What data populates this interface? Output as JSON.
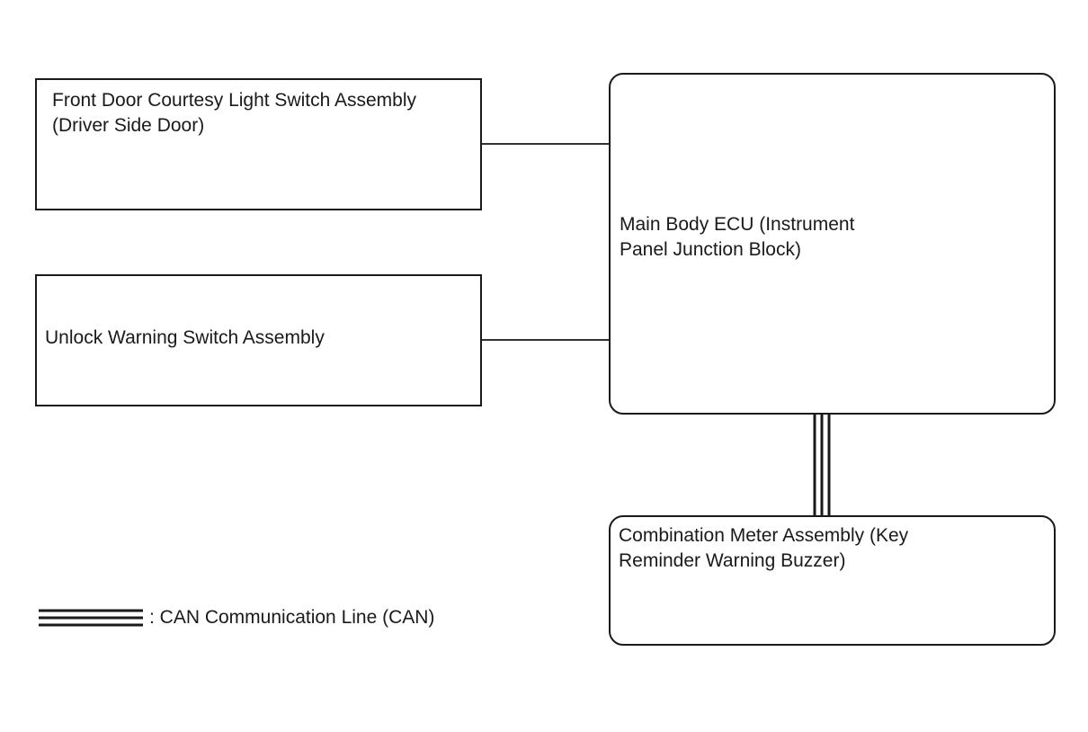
{
  "components": {
    "front_door_switch": {
      "line1": "Front Door Courtesy Light Switch Assembly",
      "line2": "(Driver Side Door)"
    },
    "unlock_warning_switch": {
      "label": "Unlock Warning Switch Assembly"
    },
    "main_body_ecu": {
      "line1": "Main Body ECU (Instrument",
      "line2": "Panel Junction Block)"
    },
    "combination_meter": {
      "line1": "Combination Meter Assembly (Key",
      "line2": "Reminder Warning Buzzer)"
    }
  },
  "legend": {
    "can_label": ": CAN Communication Line (CAN)"
  },
  "colors": {
    "line": "#1a1a1a",
    "background": "#ffffff"
  }
}
